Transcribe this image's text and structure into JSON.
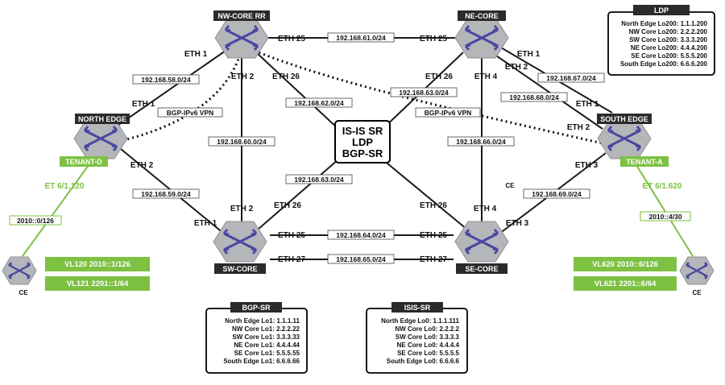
{
  "routers": {
    "nw": {
      "label": "NW-CORE RR"
    },
    "ne": {
      "label": "NE-CORE"
    },
    "ne_edge": {
      "label": "NORTH EDGE"
    },
    "se_edge": {
      "label": "SOUTH EDGE"
    },
    "sw": {
      "label": "SW-CORE"
    },
    "se": {
      "label": "SE-CORE"
    }
  },
  "ce": {
    "left": "CE",
    "right": "CE",
    "mid": "CE"
  },
  "center": {
    "line1": "IS-IS SR",
    "line2": "LDP",
    "line3": "BGP-SR"
  },
  "subnets": {
    "nw_ne": "192.168.61.0/24",
    "nw_ne_edge": "192.168.58.0/24",
    "nw_center": "192.168.62.0/24",
    "nw_sw": "192.168.60.0/24",
    "ne_center": "192.168.63.0/24",
    "ne_south_edge": "192.168.67.0/24",
    "ne_south_edge2": "192.168.68.0/24",
    "ne_se": "192.168.66.0/24",
    "north_edge_sw": "192.168.59.0/24",
    "center_sw": "192.168.63.0/24",
    "south_edge_se": "192.168.69.0/24",
    "sw_se_1": "192.168.64.0/24",
    "sw_se_2": "192.168.65.0/24",
    "left_ce": "2010::0/126",
    "right_ce": "2010::4/30"
  },
  "ports": {
    "eth25": "ETH 25",
    "eth26": "ETH 26",
    "eth27": "ETH 27",
    "eth1": "ETH 1",
    "eth2": "ETH 2",
    "eth3": "ETH 3",
    "eth4": "ETH 4",
    "et_left": "ET 6/1.120",
    "et_right": "ET 6/1.620"
  },
  "bgp_vpn": {
    "left": "BGP-IPv6 VPN",
    "right": "BGP-IPv6 VPN"
  },
  "tenants": {
    "left": "TENANT-D",
    "right": "TENANT-A"
  },
  "vlans": {
    "l1": "VL120 2010::1/126",
    "l2": "VL121 2201::1/64",
    "r1": "VL620 2010::6/126",
    "r2": "VL621 2201::6/64"
  },
  "ldp_table": {
    "title": "LDP",
    "rows": [
      "North Edge Lo200: 1.1.1.200",
      "NW Core Lo200:  2.2.2.200",
      "SW Core Lo200: 3.3.3.200",
      "NE Core Lo200: 4.4.4.200",
      "SE Core Lo200: 5.5.5.200",
      "South Edge Lo200: 6.6.6.200"
    ]
  },
  "bgp_table": {
    "title": "BGP-SR",
    "rows": [
      "North Edge Lo1: 1.1.1.11",
      "NW Core Lo1: 2.2.2.22",
      "SW Core Lo1: 3.3.3.33",
      "NE Core Lo1: 4.4.4.44",
      "SE Core Lo1: 5.5.5.55",
      "South Edge Lo1: 6.6.6.66"
    ]
  },
  "isis_table": {
    "title": "ISIS-SR",
    "rows": [
      "North Edge Lo0: 1.1.1.111",
      "NW Core Lo0: 2.2.2.2",
      "SW Core Lo0: 3.3.3.3",
      "NE Core Lo0: 4.4.4.4",
      "SE Core Lo0: 5.5.5.5",
      "South Edge Lo0: 6.6.6.6"
    ]
  },
  "colors": {
    "green": "#7dc142",
    "router_fill": "#b4b6b9",
    "arrow": "#4a47a3"
  }
}
